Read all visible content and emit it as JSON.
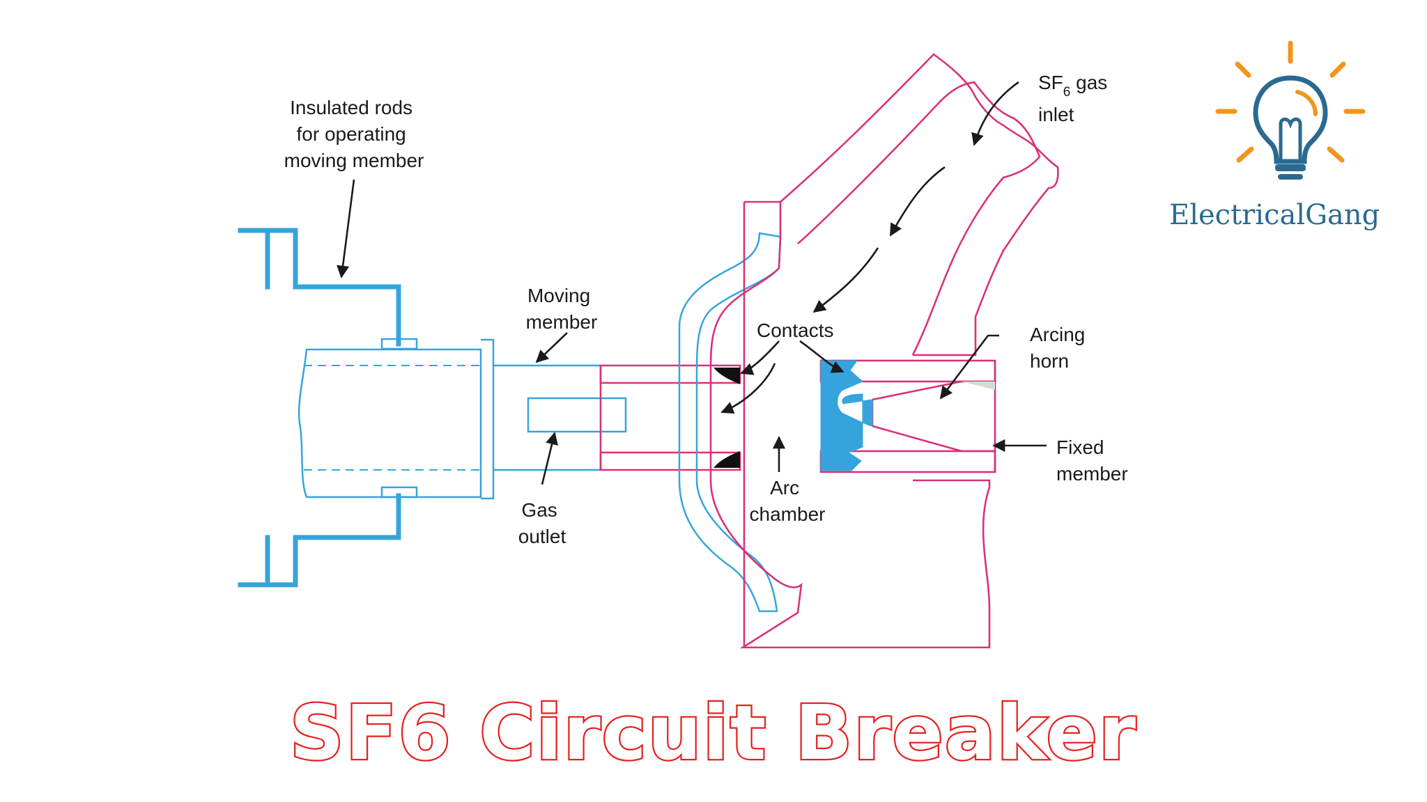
{
  "title": "SF6 Circuit Breaker",
  "brand": {
    "name": "ElectricalGang",
    "icon": "light-bulb-icon"
  },
  "colors": {
    "title_stroke": "#e62020",
    "moving_parts": "#36a4dc",
    "fixed_parts": "#d9317a",
    "brand_text": "#2b6a90",
    "brand_rays": "#f0961e"
  },
  "labels": {
    "insulated_rods": [
      "Insulated rods",
      "for operating",
      "moving member"
    ],
    "sf6_inlet": {
      "prefix": "SF",
      "subscript": "6",
      "suffix": " gas",
      "line2": "inlet"
    },
    "moving_member": [
      "Moving",
      "member"
    ],
    "contacts": "Contacts",
    "arcing_horn": [
      "Arcing",
      "horn"
    ],
    "fixed_member": [
      "Fixed",
      "member"
    ],
    "gas_outlet": [
      "Gas",
      "outlet"
    ],
    "arc_chamber": [
      "Arc",
      "chamber"
    ]
  }
}
